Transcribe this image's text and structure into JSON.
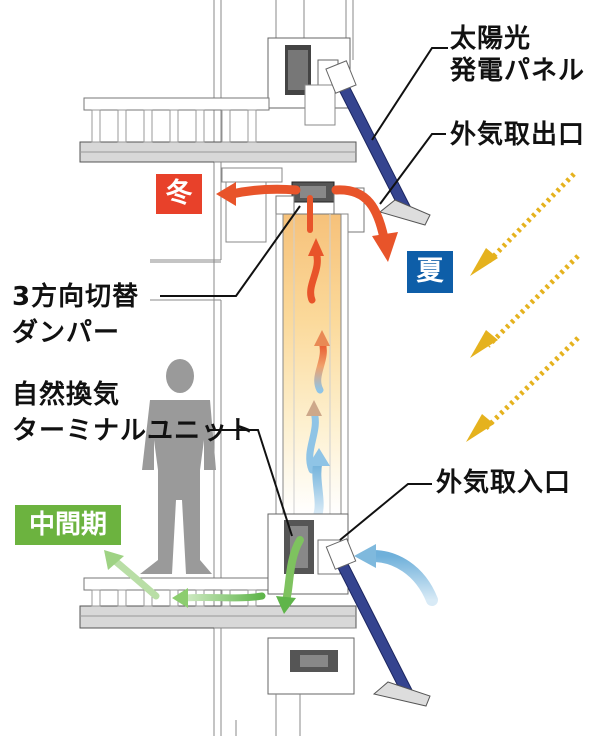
{
  "labels": {
    "solar_panel": [
      "太陽光",
      "発電パネル"
    ],
    "exhaust_outlet": "外気取出口",
    "damper": [
      "3方向切替",
      "ダンパー"
    ],
    "vent_terminal": [
      "自然換気",
      "ターミナルユニット"
    ],
    "intake_inlet": "外気取入口"
  },
  "seasons": {
    "winter": "冬",
    "summer": "夏",
    "intermediate": "中間期"
  },
  "colors": {
    "winter": "#e8412a",
    "summer": "#0e5ea8",
    "intermediate": "#6cb33f",
    "warm_air": "#e8542a",
    "cool_air": "#7fb9dd",
    "green_air": "#86c66a",
    "solar_panel": "#35448f",
    "sunlight": "#e5b21e",
    "person": "#9a9a9a"
  }
}
